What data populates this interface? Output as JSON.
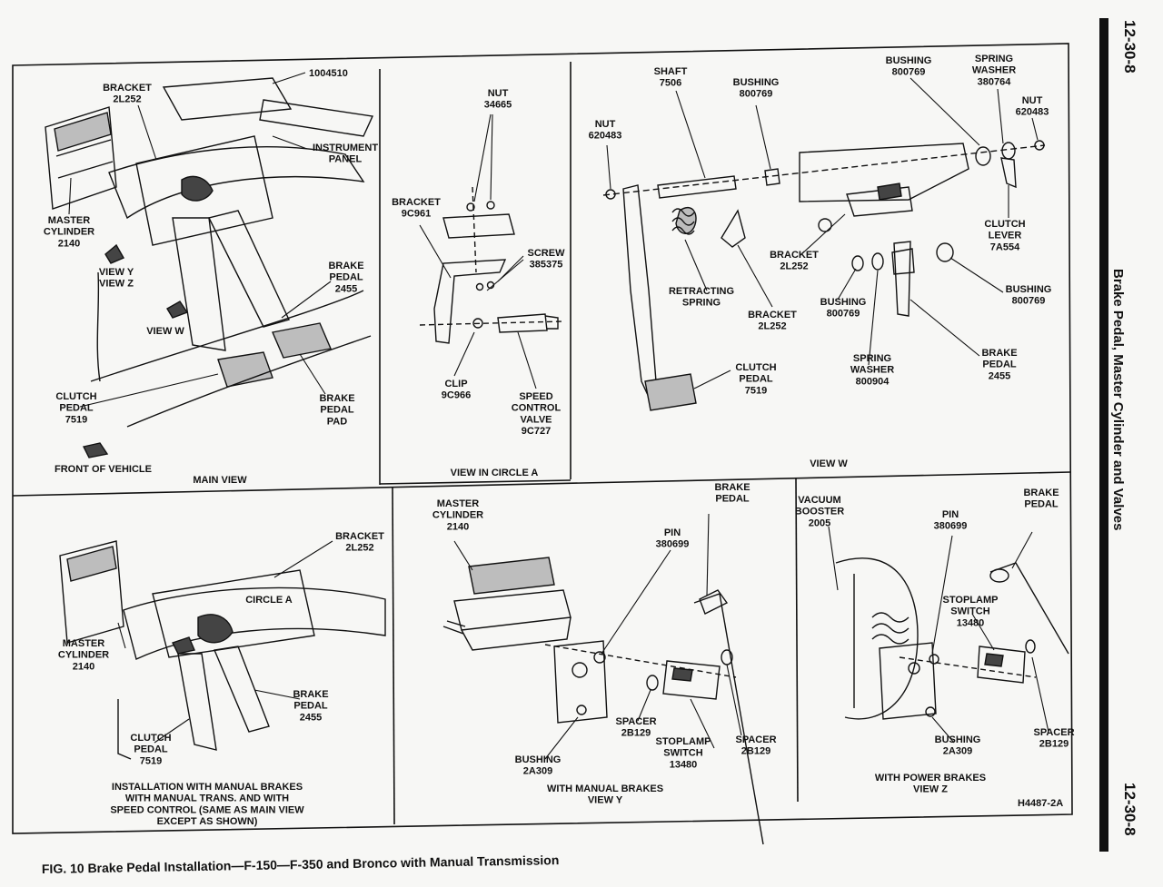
{
  "page_number": "12-30-8",
  "side_title": "Brake Pedal, Master Cylinder and Valves",
  "figure_caption": "FIG. 10 Brake Pedal Installation—F-150—F-350 and Bronco with Manual Transmission",
  "drawing_code": "H4487-2A",
  "panels": {
    "main": {
      "caption": "MAIN VIEW",
      "labels": {
        "bracket": "BRACKET\n2L252",
        "part_1004510": "1004510",
        "instrument_panel": "INSTRUMENT\nPANEL",
        "master_cylinder": "MASTER\nCYLINDER\n2140",
        "view_yz": "VIEW Y\nVIEW Z",
        "brake_pedal": "BRAKE\nPEDAL\n2455",
        "view_w": "VIEW W",
        "clutch_pedal": "CLUTCH\nPEDAL\n7519",
        "brake_pedal_pad": "BRAKE\nPEDAL\nPAD",
        "front_of_vehicle": "FRONT OF VEHICLE"
      }
    },
    "circle_a": {
      "caption": "VIEW IN CIRCLE A",
      "labels": {
        "nut": "NUT\n34665",
        "bracket": "BRACKET\n9C961",
        "screw": "SCREW\n385375",
        "clip": "CLIP\n9C966",
        "speed_control_valve": "SPEED\nCONTROL\nVALVE\n9C727"
      }
    },
    "view_w": {
      "caption": "VIEW W",
      "labels": {
        "nut_left": "NUT\n620483",
        "shaft": "SHAFT\n7506",
        "bushing_top": "BUSHING\n800769",
        "bushing_top_right": "BUSHING\n800769",
        "spring_washer_top": "SPRING\nWASHER\n380764",
        "nut_right": "NUT\n620483",
        "clutch_lever": "CLUTCH\nLEVER\n7A554",
        "bracket_mid": "BRACKET\n2L252",
        "retracting_spring": "RETRACTING\nSPRING",
        "bracket_low": "BRACKET\n2L252",
        "bushing_mid": "BUSHING\n800769",
        "bushing_right": "BUSHING\n800769",
        "clutch_pedal": "CLUTCH\nPEDAL\n7519",
        "spring_washer_low": "SPRING\nWASHER\n800904",
        "brake_pedal": "BRAKE\nPEDAL\n2455"
      }
    },
    "installation": {
      "caption": "INSTALLATION WITH MANUAL BRAKES\nWITH MANUAL TRANS. AND WITH\nSPEED CONTROL (SAME AS MAIN VIEW\nEXCEPT AS SHOWN)",
      "labels": {
        "bracket": "BRACKET\n2L252",
        "circle_a": "CIRCLE A",
        "master_cylinder": "MASTER\nCYLINDER\n2140",
        "brake_pedal": "BRAKE\nPEDAL\n2455",
        "clutch_pedal": "CLUTCH\nPEDAL\n7519"
      }
    },
    "view_y": {
      "caption": "WITH MANUAL BRAKES\nVIEW Y",
      "labels": {
        "master_cylinder": "MASTER\nCYLINDER\n2140",
        "brake_pedal": "BRAKE\nPEDAL",
        "pin": "PIN\n380699",
        "spacer_left": "SPACER\n2B129",
        "stoplamp_switch": "STOPLAMP\nSWITCH\n13480",
        "spacer_right": "SPACER\n2B129",
        "bushing": "BUSHING\n2A309"
      }
    },
    "view_z": {
      "caption": "WITH POWER BRAKES\nVIEW Z",
      "labels": {
        "vacuum_booster": "VACUUM\nBOOSTER\n2005",
        "brake_pedal": "BRAKE\nPEDAL",
        "pin": "PIN\n380699",
        "stoplamp_switch": "STOPLAMP\nSWITCH\n13480",
        "spacer": "SPACER\n2B129",
        "bushing": "BUSHING\n2A309"
      }
    }
  }
}
